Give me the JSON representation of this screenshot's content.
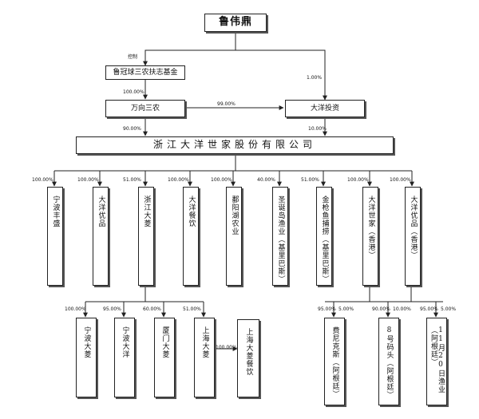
{
  "top": "鲁伟鼎",
  "control_label": "控制",
  "foundation": "鲁冠球三农扶志基金",
  "wanxiang": "万向三农",
  "dayang_invest": "大洋投资",
  "main": "浙江大洋世家股份有限公司",
  "pct": {
    "foundation_to_wanxiang": "100.00%",
    "top_to_dayang_invest": "1.00%",
    "wanxiang_to_dayang_invest": "99.00%",
    "wanxiang_to_main": "90.00%",
    "dayang_invest_to_main": "10.00%"
  },
  "subs": [
    {
      "name": "宁波丰盛",
      "pct": "100.00%"
    },
    {
      "name": "大洋优品",
      "pct": "100.00%"
    },
    {
      "name": "浙江大菱",
      "pct": "51.00%"
    },
    {
      "name": "大洋餐饮",
      "pct": "100.00%"
    },
    {
      "name": "鄱阳湖农业",
      "pct": "100.00%"
    },
    {
      "name": "圣诞岛渔业（基里巴斯）",
      "pct": "40.00%"
    },
    {
      "name": "金枪鱼捕捞（基里巴斯）",
      "pct": "51.00%"
    },
    {
      "name": "大洋世家（香港）",
      "pct": "100.00%"
    },
    {
      "name": "大洋优品（香港）",
      "pct": "100.00%"
    }
  ],
  "dl_subs": [
    {
      "name": "宁波大菱",
      "pct": "100.00%"
    },
    {
      "name": "宁波大洋",
      "pct": "95.00%"
    },
    {
      "name": "厦门大菱",
      "pct": "60.00%"
    },
    {
      "name": "上海大菱",
      "pct": "51.00%"
    }
  ],
  "sh_sub": {
    "name": "上海大菱餐饮",
    "pct": "100.00%"
  },
  "hk_subs": [
    {
      "name": "费尼克斯（阿根廷）",
      "pct_a": "95.00%",
      "pct_b": "5.00%"
    },
    {
      "name": "8号码头（阿根廷）",
      "pct_a": "90.00%",
      "pct_b": "10.00%"
    },
    {
      "name": "11月20日渔业（阿根廷）",
      "pct_a": "95.00%",
      "pct_b": "5.00%"
    }
  ]
}
